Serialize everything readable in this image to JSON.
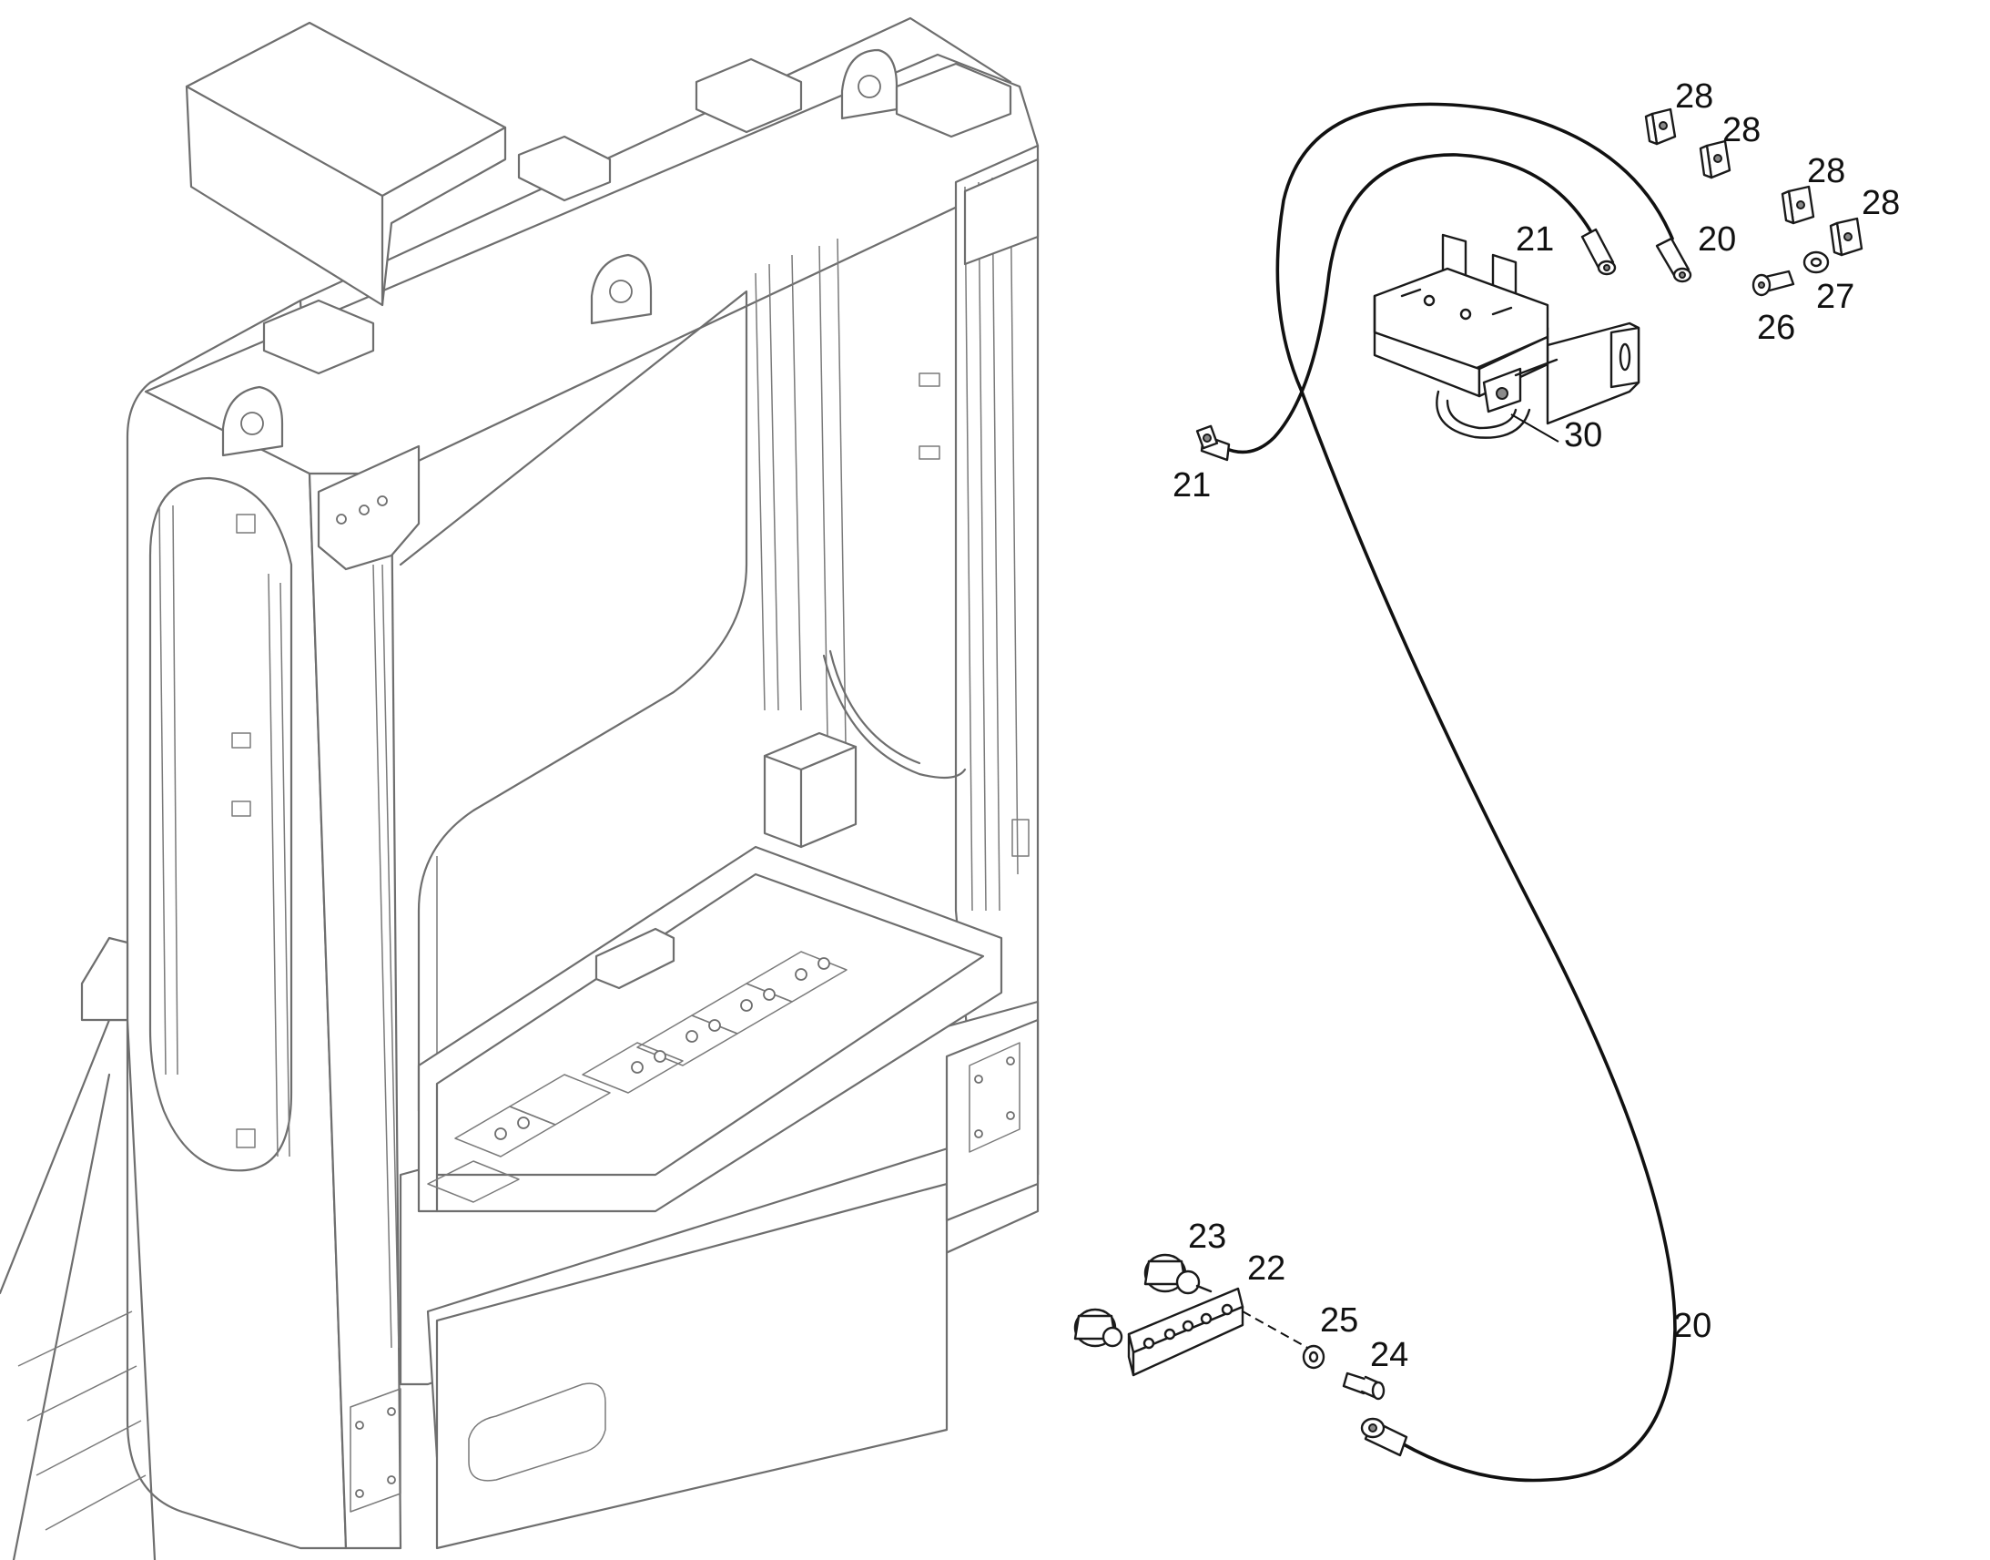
{
  "callouts": {
    "c28a": "28",
    "c28b": "28",
    "c28c": "28",
    "c28d": "28",
    "c21_top": "21",
    "c20_top": "20",
    "c27": "27",
    "c26": "26",
    "c30": "30",
    "c21_left": "21",
    "c23": "23",
    "c22": "22",
    "c25": "25",
    "c24": "24",
    "c20_bottom": "20"
  }
}
